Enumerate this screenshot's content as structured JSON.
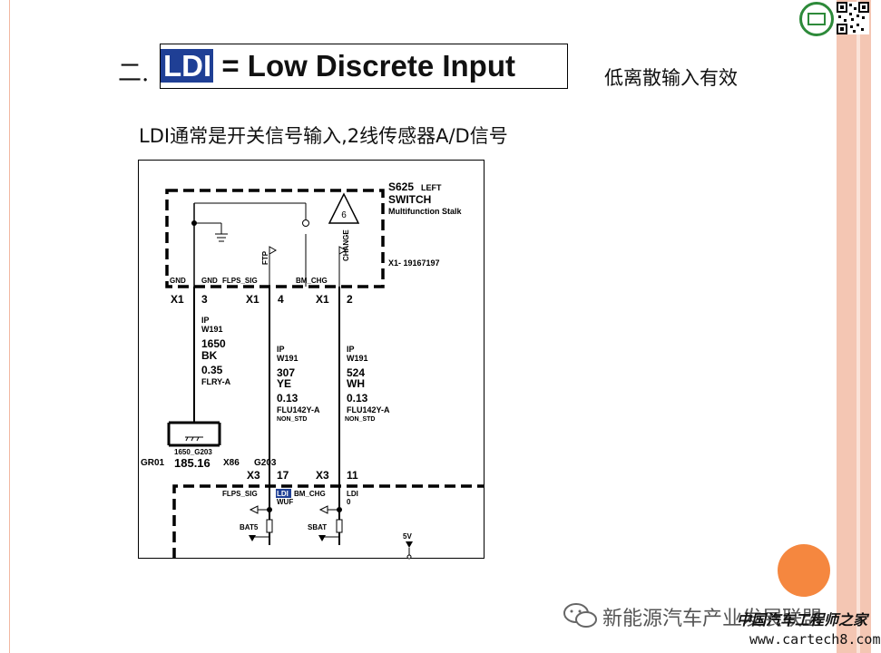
{
  "slide": {
    "section_number": "二.",
    "title_abbr": "LDI",
    "title_rest": " = Low Discrete Input",
    "cn_title": "低离散输入有效",
    "subtitle": "LDI通常是开关信号输入,2线传感器A/D信号"
  },
  "diagram": {
    "switch_id": "S625",
    "switch_side": "LEFT",
    "switch_name": "SWITCH",
    "switch_desc": "Multifunction Stalk",
    "warning_num": "6",
    "connector_part": "X1- 19167197",
    "pin_labels": [
      "GND",
      "GND",
      "FLPS_SIG",
      "BM_CHG"
    ],
    "ftp_label": "FTP",
    "change_label": "CHANGE",
    "x1_label": "X1",
    "pins_top": [
      "3",
      "4",
      "2"
    ],
    "wires": [
      {
        "harness": "IP",
        "conn": "W191",
        "circuit": "1650",
        "color": "BK",
        "size": "0.35",
        "type": "FLRY-A",
        "extra": ""
      },
      {
        "harness": "IP",
        "conn": "W191",
        "circuit": "307",
        "color": "YE",
        "size": "0.13",
        "type": "FLU142Y-A",
        "extra": "NON_STD"
      },
      {
        "harness": "IP",
        "conn": "W191",
        "circuit": "524",
        "color": "WH",
        "size": "0.13",
        "type": "FLU142Y-A",
        "extra": "NON_STD"
      }
    ],
    "ground_id": "1650_G203",
    "gr_label": "GR01",
    "gr_value": "185.16",
    "x86_label": "X86",
    "g203_label": "G203",
    "x3_label": "X3",
    "pins_bottom": [
      "17",
      "11"
    ],
    "module_labels": {
      "flps": "FLPS_SIG",
      "ldi": "LDI",
      "bm": "BM_CHG",
      "ldi2": "LDI",
      "wuf": "WUF",
      "zero": "0"
    },
    "bat5": "BAT5",
    "sbat": "SBAT",
    "v5": "5V"
  },
  "watermark": {
    "text": "新能源汽车产业发展联盟",
    "site_cn": "中国汽车工程师之家",
    "site": "www.cartech8.com"
  },
  "colors": {
    "highlight": "#1f3f95",
    "accent_orange": "#f5873f",
    "right_band": "#f4c6b3",
    "logo_green": "#2d8a3a"
  }
}
